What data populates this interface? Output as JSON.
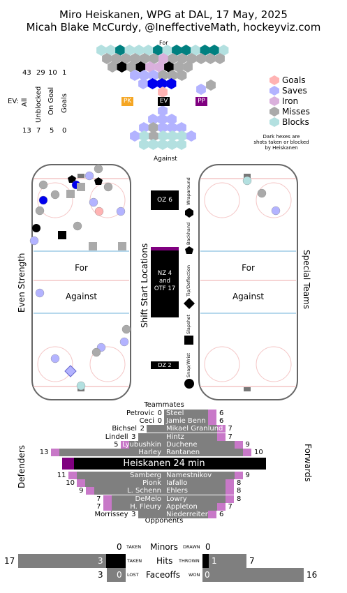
{
  "title": {
    "line1": "Miro Heiskanen, WPG at DAL, 17 May, 2025",
    "line2": "Micah Blake McCurdy, @IneffectiveMath, hockeyviz.com"
  },
  "summary": {
    "for_label": "For",
    "against_label": "Against",
    "ev_label": "EV:",
    "all_label": "All",
    "col_labels": [
      "Unblocked",
      "On Goal",
      "Goals"
    ],
    "for_counts": [
      "43",
      "29",
      "10",
      "1"
    ],
    "against_counts": [
      "13",
      "7",
      "5",
      "0"
    ],
    "states": [
      "PK",
      "EV",
      "PP"
    ],
    "state_colors": {
      "PK": "#f5a623",
      "EV": "#000000",
      "PP": "#800080"
    }
  },
  "legend": {
    "items": [
      {
        "label": "Goals",
        "color": "#ffb3b3"
      },
      {
        "label": "Saves",
        "color": "#b3b3ff"
      },
      {
        "label": "Iron",
        "color": "#dab0dc"
      },
      {
        "label": "Misses",
        "color": "#aaaaaa"
      },
      {
        "label": "Blocks",
        "color": "#b3e0e0"
      }
    ],
    "note": [
      "Dark hexes are",
      "shots taken or blocked",
      "by Heiskanen"
    ]
  },
  "rinks": {
    "left_label": "Even Strength",
    "right_label": "Special Teams",
    "center_label": "Shift Start Locations",
    "for_label": "For",
    "against_label": "Against",
    "oz": "OZ 6",
    "nz": [
      "NZ 4",
      "and",
      "OTF 17"
    ],
    "dz": "DZ 2",
    "shot_types": [
      "Wraparound",
      "Backhand",
      "Tip/Deflection",
      "Slapshot",
      "Snap/Wrist"
    ]
  },
  "teammates_header": "Teammates",
  "opponents_header": "Opponents",
  "defenders_label": "Defenders",
  "forwards_label": "Forwards",
  "center_bar": "Heiskanen 24 min",
  "teammates_d": [
    {
      "name": "Petrovic",
      "val": "0"
    },
    {
      "name": "Ceci",
      "val": "0"
    },
    {
      "name": "Bichsel",
      "val": "2"
    },
    {
      "name": "Lindell",
      "val": "3"
    },
    {
      "name": "Lyubushkin",
      "val": "5"
    },
    {
      "name": "Harley",
      "val": "13"
    }
  ],
  "teammates_f": [
    {
      "name": "Steel",
      "val": "6"
    },
    {
      "name": "Jamie Benn",
      "val": "6"
    },
    {
      "name": "Mikael Granlund",
      "val": "7"
    },
    {
      "name": "Hintz",
      "val": "7"
    },
    {
      "name": "Duchene",
      "val": "9"
    },
    {
      "name": "Rantanen",
      "val": "10"
    }
  ],
  "opponents_d": [
    {
      "name": "Samberg",
      "val": "11"
    },
    {
      "name": "Pionk",
      "val": "10"
    },
    {
      "name": "L. Schenn",
      "val": "9"
    },
    {
      "name": "DeMelo",
      "val": "7"
    },
    {
      "name": "H. Fleury",
      "val": "7"
    },
    {
      "name": "Morrissey",
      "val": "3"
    }
  ],
  "opponents_f": [
    {
      "name": "Namestnikov",
      "val": "9"
    },
    {
      "name": "Iafallo",
      "val": "8"
    },
    {
      "name": "Ehlers",
      "val": "8"
    },
    {
      "name": "Lowry",
      "val": "8"
    },
    {
      "name": "Appleton",
      "val": "7"
    },
    {
      "name": "Niederreiter",
      "val": "6"
    }
  ],
  "bottom": {
    "minors": {
      "label": "Minors",
      "left_tag": "TAKEN",
      "right_tag": "DRAWN",
      "left": "0",
      "right": "0"
    },
    "hits": {
      "label": "Hits",
      "left_tag": "TAKEN",
      "right_tag": "THROWN",
      "left_total": "17",
      "left_own": "3",
      "right_own": "1",
      "right_total": "7"
    },
    "faceoffs": {
      "label": "Faceoffs",
      "left_tag": "LOST",
      "right_tag": "WON",
      "left_total": "3",
      "left_own": "0",
      "right_own": "0",
      "right_total": "16"
    }
  },
  "chart_data": {
    "type": "heatmap",
    "title": "Miro Heiskanen, WPG at DAL, 17 May, 2025",
    "subtitle": "Micah Blake McCurdy, @IneffectiveMath, hockeyviz.com",
    "shot_summary": {
      "for": {
        "all": 43,
        "unblocked": 29,
        "on_goal": 10,
        "goals": 1
      },
      "against": {
        "all": 13,
        "unblocked": 7,
        "on_goal": 5,
        "goals": 0
      }
    },
    "shift_starts": {
      "OZ": 6,
      "NZ": 4,
      "OTF": 17,
      "DZ": 2
    },
    "toi_minutes": 24,
    "teammate_shared_minutes": {
      "Petrovic": 0,
      "Ceci": 0,
      "Bichsel": 2,
      "Lindell": 3,
      "Lyubushkin": 5,
      "Harley": 13,
      "Steel": 6,
      "Jamie Benn": 6,
      "Mikael Granlund": 7,
      "Hintz": 7,
      "Duchene": 9,
      "Rantanen": 10
    },
    "opponent_shared_minutes": {
      "Samberg": 11,
      "Pionk": 10,
      "L. Schenn": 9,
      "DeMelo": 7,
      "H. Fleury": 7,
      "Morrissey": 3,
      "Namestnikov": 9,
      "Iafallo": 8,
      "Ehlers": 8,
      "Lowry": 8,
      "Appleton": 7,
      "Niederreiter": 6
    },
    "minors": {
      "taken": 0,
      "drawn": 0
    },
    "hits": {
      "taken_total": 17,
      "taken_own": 3,
      "thrown_own": 1,
      "thrown_total": 7
    },
    "faceoffs": {
      "lost_total": 3,
      "lost_own": 0,
      "won_own": 0,
      "won_total": 16
    }
  }
}
